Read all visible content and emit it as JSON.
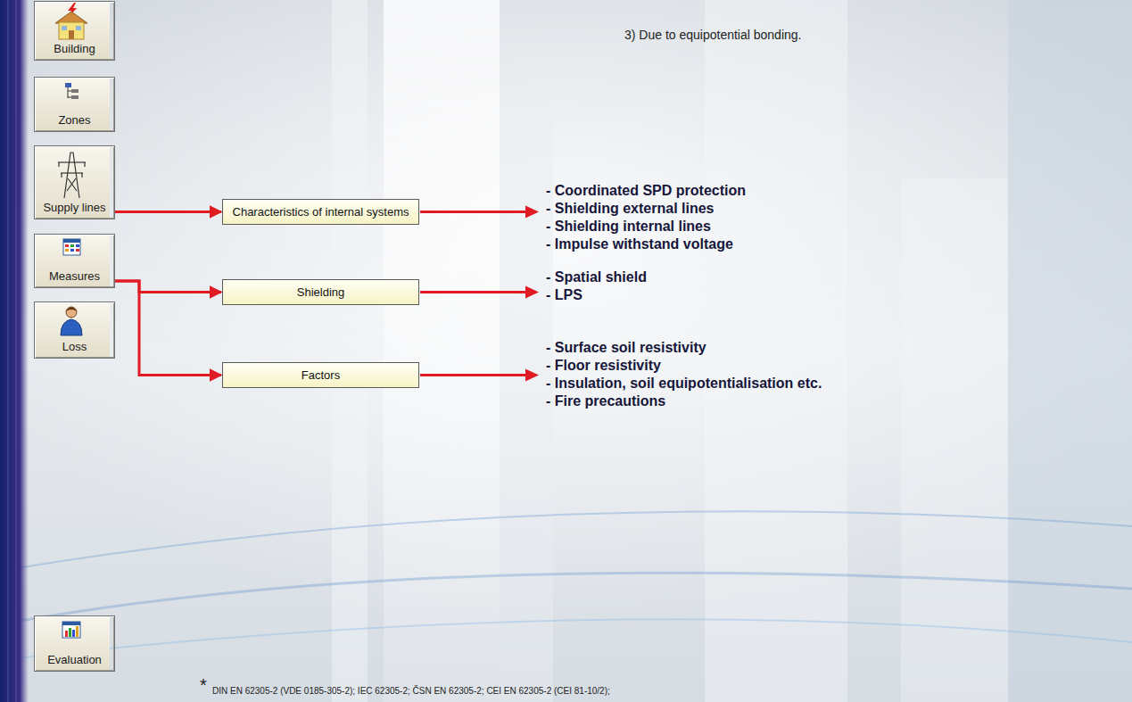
{
  "diagram": {
    "nodes": [
      {
        "text": [
          "Building"
        ]
      },
      {
        "text": [
          "Zones"
        ]
      },
      {
        "text": [
          "Supply lines"
        ]
      },
      {
        "text": [
          "Measures"
        ]
      },
      {
        "text": [
          "Loss"
        ]
      },
      {
        "text": [
          "Evaluation"
        ]
      },
      {
        "text": [
          "Characteristics of internal systems"
        ]
      },
      {
        "text": [
          "Shielding"
        ]
      },
      {
        "text": [
          "Factors"
        ]
      }
    ],
    "edges": [
      {
        "from": 2,
        "to": 6,
        "arrow": "to"
      },
      {
        "from": 3,
        "to": 7,
        "arrow": "to"
      },
      {
        "from": 3,
        "to": 8,
        "arrow": "to"
      }
    ],
    "labels": [
      "3) Due to equipotential bonding.",
      "- Coordinated SPD protection",
      "- Shielding external lines",
      "- Shielding internal lines",
      "- Impulse withstand voltage",
      "- Spatial shield",
      "- LPS",
      "- Surface soil resistivity",
      "- Floor resistivity",
      "- Insulation, soil equipotentialisation etc.",
      "- Fire precautions",
      "*",
      "DIN EN 62305-2 (VDE 0185-305-2); IEC 62305-2; ČSN EN 62305-2; CEI EN 62305-2 (CEI 81-10/2);"
    ]
  }
}
